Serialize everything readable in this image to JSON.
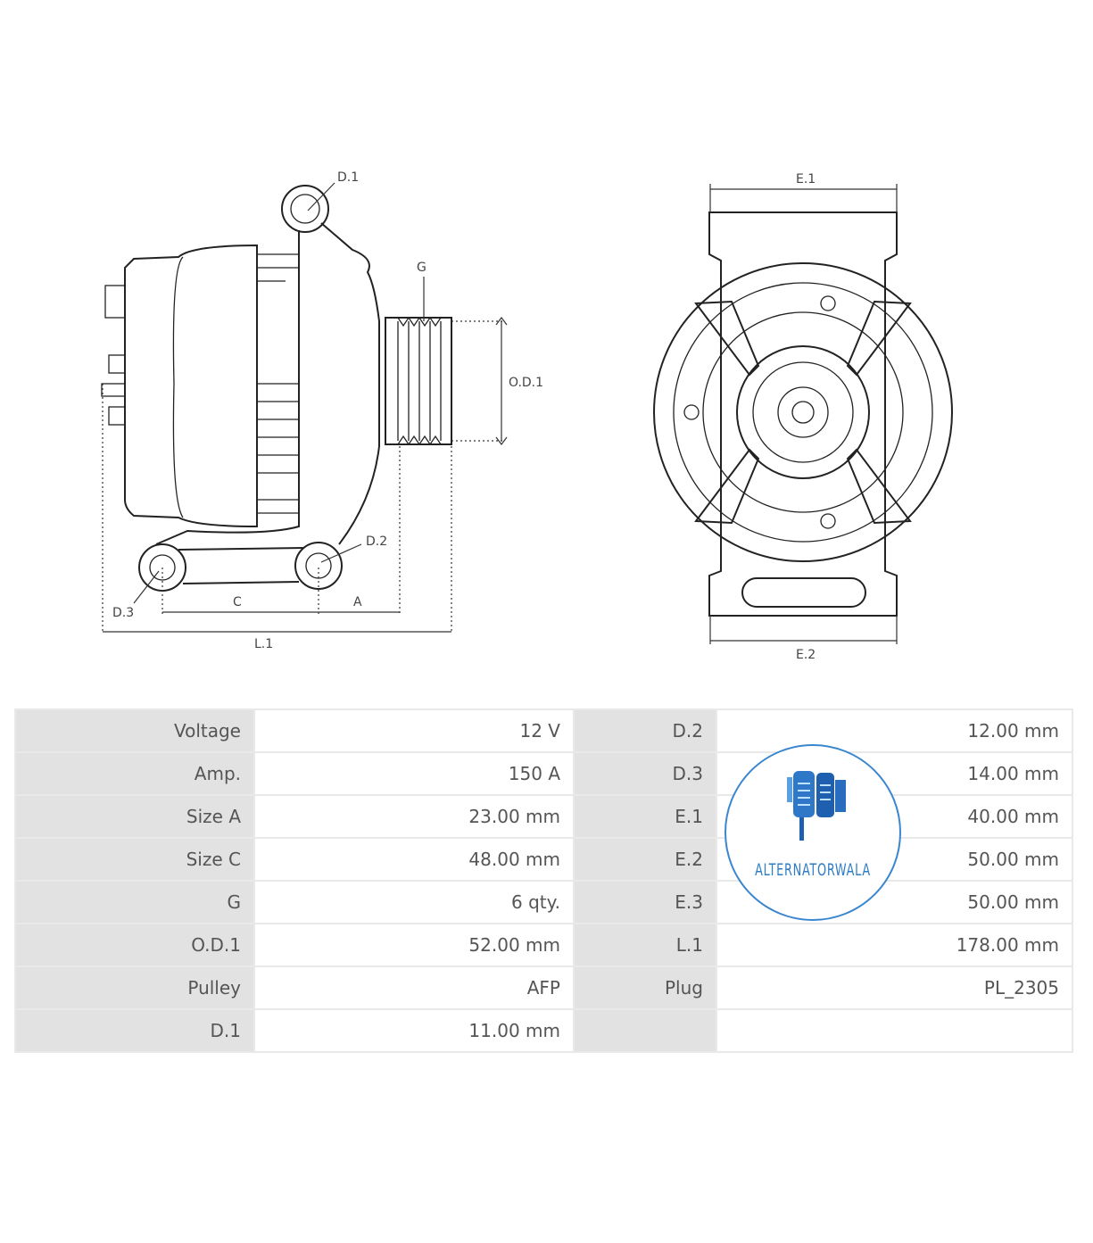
{
  "diagram": {
    "labels": {
      "d1": "D.1",
      "g": "G",
      "od1": "O.D.1",
      "d2": "D.2",
      "d3": "D.3",
      "c": "C",
      "a": "A",
      "l1": "L.1",
      "e1": "E.1",
      "e2": "E.2"
    }
  },
  "specs": {
    "rows": [
      {
        "k1": "Voltage",
        "v1": "12 V",
        "k2": "D.2",
        "v2": "12.00 mm"
      },
      {
        "k1": "Amp.",
        "v1": "150 A",
        "k2": "D.3",
        "v2": "14.00 mm"
      },
      {
        "k1": "Size A",
        "v1": "23.00 mm",
        "k2": "E.1",
        "v2": "40.00 mm"
      },
      {
        "k1": "Size C",
        "v1": "48.00 mm",
        "k2": "E.2",
        "v2": "50.00 mm"
      },
      {
        "k1": "G",
        "v1": "6 qty.",
        "k2": "E.3",
        "v2": "50.00 mm"
      },
      {
        "k1": "O.D.1",
        "v1": "52.00 mm",
        "k2": "L.1",
        "v2": "178.00 mm"
      },
      {
        "k1": "Pulley",
        "v1": "AFP",
        "k2": "Plug",
        "v2": "PL_2305"
      },
      {
        "k1": "D.1",
        "v1": "11.00 mm",
        "k2": "",
        "v2": ""
      }
    ]
  },
  "logo": {
    "text": "ALTERNATORWALA",
    "color": "#2d7cc4"
  }
}
